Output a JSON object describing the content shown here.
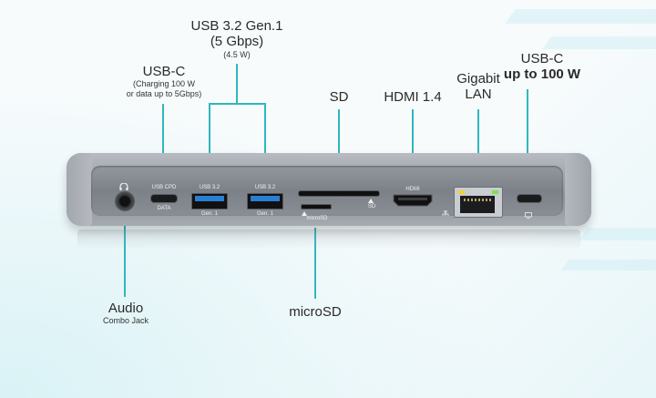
{
  "callouts": {
    "usb32": {
      "title": "USB 3.2 Gen.1",
      "speed": "(5 Gbps)",
      "power": "(4.5 W)"
    },
    "usbc_left": {
      "title": "USB-C",
      "line1": "(Charging 100 W",
      "line2": "or data up to 5Gbps)"
    },
    "sd": {
      "title": "SD"
    },
    "hdmi": {
      "title": "HDMI 1.4"
    },
    "lan": {
      "line1": "Gigabit",
      "line2": "LAN"
    },
    "usbc_right": {
      "title": "USB-C",
      "subtitle": "up to 100 W"
    },
    "audio": {
      "title": "Audio",
      "subtitle": "Combo Jack"
    },
    "microsd": {
      "title": "microSD"
    }
  },
  "port_labels": {
    "usbc_pd": "USB CPD",
    "usbc_data": "DATA",
    "usb32_a": "USB 3.2",
    "usb32_a_gen": "Gen. 1",
    "usb32_b": "USB 3.2",
    "usb32_b_gen": "Gen. 1",
    "microsd": "microSD",
    "sd": "SD",
    "hdmi": "HDMI"
  },
  "colors": {
    "accent": "#2fb7bf",
    "housing": "#9ea3aa",
    "usb_blue": "#2a7fd4",
    "led_green": "#7ee04a",
    "led_yellow": "#f2d23a"
  }
}
